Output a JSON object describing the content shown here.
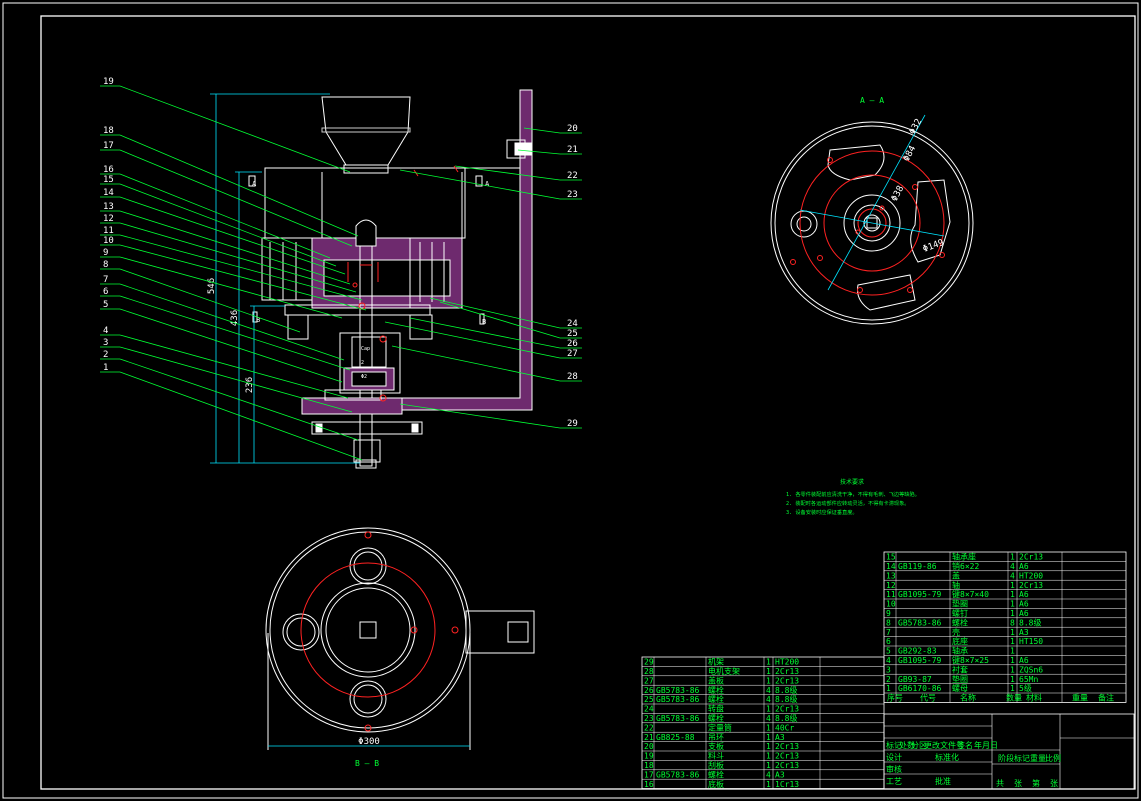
{
  "drawing": {
    "section_aa_label": "A — A",
    "section_bb_label": "B — B",
    "view_markers": {
      "a_left": "A",
      "a_right": "A",
      "b_left": "B",
      "b_right": "B"
    },
    "callouts_left": [
      "19",
      "18",
      "17",
      "16",
      "15",
      "14",
      "13",
      "12",
      "11",
      "10",
      "9",
      "8",
      "7",
      "6",
      "5",
      "4",
      "3",
      "2",
      "1"
    ],
    "callouts_right": [
      "20",
      "21",
      "22",
      "23",
      "24",
      "25",
      "26",
      "27",
      "28",
      "29"
    ],
    "dimensions": {
      "overall_height": "546",
      "mid_height": "436",
      "lower_height": "236",
      "bb_diameter": "Φ300",
      "aa_d1": "Φ32",
      "aa_d2": "Φ84",
      "aa_d3": "Φ38",
      "aa_d4": "Φ149"
    },
    "inner_labels": {
      "cap": "Cap",
      "part_a": "2",
      "part_b": "Φ2"
    },
    "notes": {
      "title": "技术要求",
      "lines": [
        "1. 各零件装配前应清洗干净，不得有毛刺、飞边等缺陷。",
        "2. 装配时各运动部件应转动灵活，不得有卡滞现象。",
        "3. 设备安装时应保证垂直度。"
      ]
    }
  },
  "bom_right": {
    "rows": [
      {
        "no": "15",
        "std": "",
        "name": "轴承座",
        "qty": "1",
        "mat": "2Cr13"
      },
      {
        "no": "14",
        "std": "GB119-86",
        "name": "销6×22",
        "qty": "4",
        "mat": "A6"
      },
      {
        "no": "13",
        "std": "",
        "name": "盖",
        "qty": "4",
        "mat": "HT200"
      },
      {
        "no": "12",
        "std": "",
        "name": "轴",
        "qty": "1",
        "mat": "2Cr13"
      },
      {
        "no": "11",
        "std": "GB1095-79",
        "name": "键8×7×40",
        "qty": "1",
        "mat": "A6"
      },
      {
        "no": "10",
        "std": "",
        "name": "垫圈",
        "qty": "1",
        "mat": "A6"
      },
      {
        "no": "9",
        "std": "",
        "name": "螺钉",
        "qty": "1",
        "mat": "A6"
      },
      {
        "no": "8",
        "std": "GB5783-86",
        "name": "螺栓",
        "qty": "8",
        "mat": "8.8级"
      },
      {
        "no": "7",
        "std": "",
        "name": "壳",
        "qty": "1",
        "mat": "A3"
      },
      {
        "no": "6",
        "std": "",
        "name": "底座",
        "qty": "1",
        "mat": "HT150"
      },
      {
        "no": "5",
        "std": "GB292-83",
        "name": "轴承",
        "qty": "1",
        "mat": ""
      },
      {
        "no": "4",
        "std": "GB1095-79",
        "name": "键8×7×25",
        "qty": "1",
        "mat": "A6"
      },
      {
        "no": "3",
        "std": "",
        "name": "衬套",
        "qty": "1",
        "mat": "ZQSn6"
      },
      {
        "no": "2",
        "std": "GB93-87",
        "name": "垫圈",
        "qty": "1",
        "mat": "65Mn"
      },
      {
        "no": "1",
        "std": "GB6170-86",
        "name": "螺母",
        "qty": "1",
        "mat": "5级"
      }
    ],
    "footer": {
      "no": "序号",
      "std": "代号",
      "name": "名称",
      "qty": "数量",
      "mat": "材料",
      "weight": "重量",
      "remark": "备注"
    }
  },
  "bom_left": {
    "rows": [
      {
        "no": "29",
        "std": "",
        "name": "机架",
        "qty": "1",
        "mat": "HT200"
      },
      {
        "no": "28",
        "std": "",
        "name": "电机支架",
        "qty": "1",
        "mat": "2Cr13"
      },
      {
        "no": "27",
        "std": "",
        "name": "盖板",
        "qty": "1",
        "mat": "2Cr13"
      },
      {
        "no": "26",
        "std": "GB5783-86",
        "name": "螺栓",
        "qty": "4",
        "mat": "8.8级"
      },
      {
        "no": "25",
        "std": "GB5783-86",
        "name": "螺栓",
        "qty": "4",
        "mat": "8.8级"
      },
      {
        "no": "24",
        "std": "",
        "name": "转盘",
        "qty": "1",
        "mat": "2Cr13"
      },
      {
        "no": "23",
        "std": "GB5783-86",
        "name": "螺栓",
        "qty": "4",
        "mat": "8.8级"
      },
      {
        "no": "22",
        "std": "",
        "name": "定量筒",
        "qty": "1",
        "mat": "40Cr"
      },
      {
        "no": "21",
        "std": "GB825-88",
        "name": "吊环",
        "qty": "1",
        "mat": "A3"
      },
      {
        "no": "20",
        "std": "",
        "name": "支板",
        "qty": "1",
        "mat": "2Cr13"
      },
      {
        "no": "19",
        "std": "",
        "name": "料斗",
        "qty": "1",
        "mat": "2Cr13"
      },
      {
        "no": "18",
        "std": "",
        "name": "刮板",
        "qty": "1",
        "mat": "2Cr13"
      },
      {
        "no": "17",
        "std": "GB5783-86",
        "name": "螺栓",
        "qty": "4",
        "mat": "A3"
      },
      {
        "no": "16",
        "std": "",
        "name": "底板",
        "qty": "1",
        "mat": "1Cr13"
      }
    ]
  },
  "title_block": {
    "row1": [
      "标记",
      "处数",
      "分区",
      "更改文件号",
      "签名",
      "年月日"
    ],
    "row2": [
      "设计",
      "",
      "标准化"
    ],
    "row3": [
      "审核"
    ],
    "row4": [
      "工艺",
      "",
      "批准"
    ],
    "stage": [
      "阶段标记",
      "重量",
      "比例"
    ],
    "sheet": [
      "共",
      "张",
      "第",
      "张"
    ]
  }
}
